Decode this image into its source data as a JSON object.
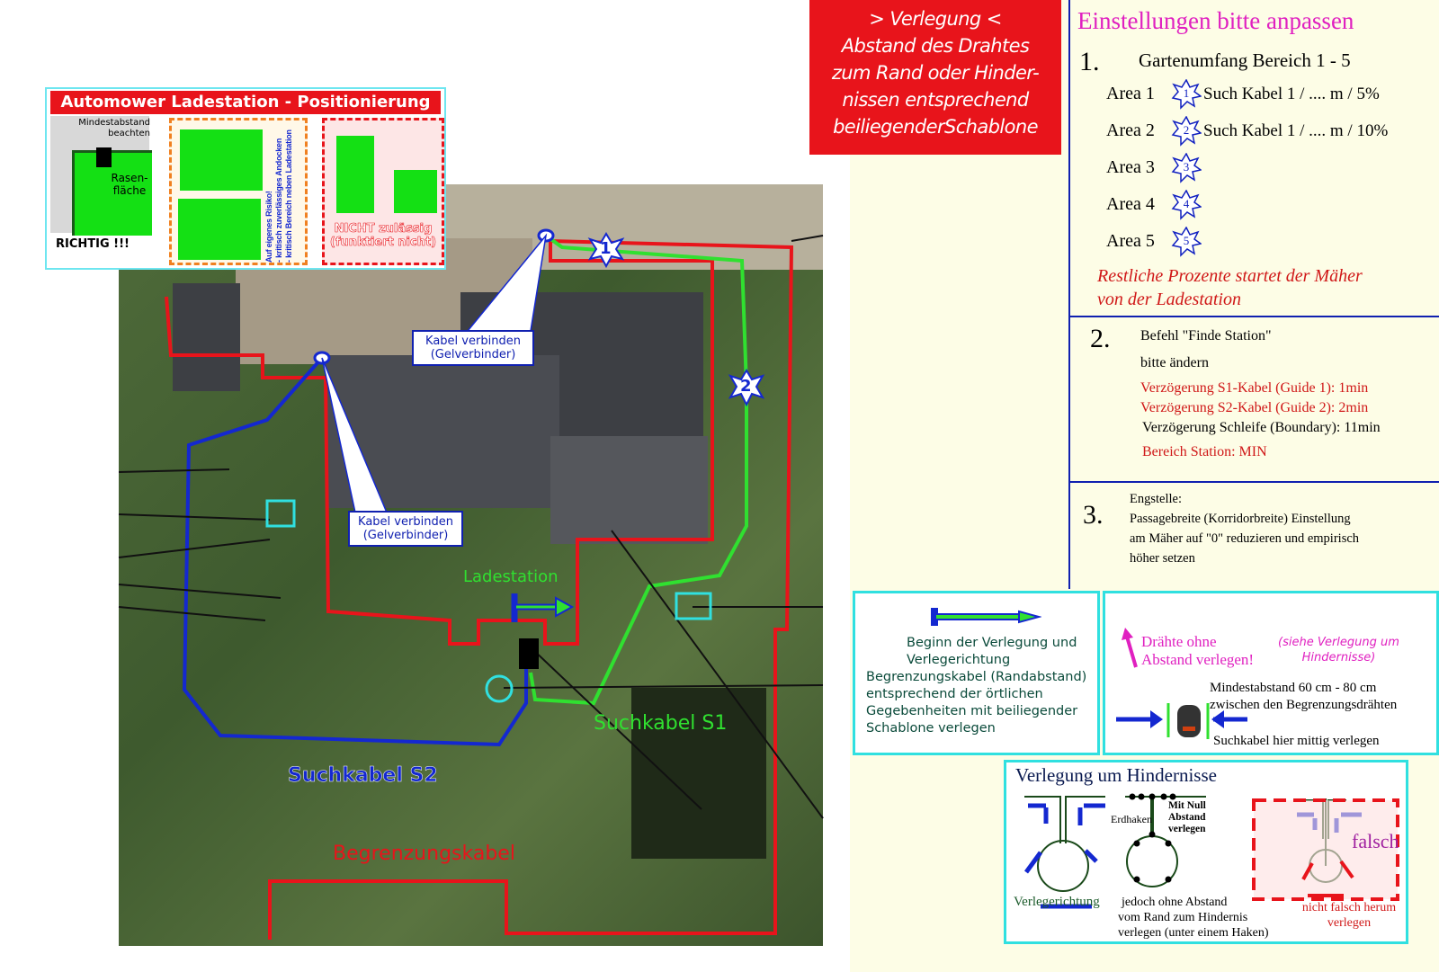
{
  "header_box": {
    "lines": [
      "> Verlegung <",
      "Abstand des Drahtes",
      "zum Rand oder Hinder-",
      "nissen entsprechend",
      "beiliegenderSchablone"
    ]
  },
  "inset": {
    "title": "Automower Ladestation - Positionierung",
    "mindest": "Mindestabstand beachten",
    "rasen": "Rasen- fläche",
    "richtig": "RICHTIG !!!",
    "risiko": [
      "Auf eigenes Risiko!",
      "- kritisch zuverlässiges Andocken",
      "- kritisch Bereich neben Ladestation"
    ],
    "nicht": "NICHT zulässig",
    "funkt": "(funktiert nicht)"
  },
  "map": {
    "connector_label_1": "Kabel verbinden (Gelverbinder)",
    "connector_label_2": "Kabel verbinden (Gelverbinder)",
    "ladestation": "Ladestation",
    "s1": "Suchkabel S1",
    "s2": "Suchkabel S2",
    "boundary": "Begrenzungskabel",
    "marker_1": "1",
    "marker_2": "2",
    "colors": {
      "boundary": "#e8141b",
      "s1": "#30e030",
      "s2": "#1428d0"
    }
  },
  "settings": {
    "title": "Einstellungen bitte anpassen",
    "s1_num": "1.",
    "s1_heading": "Gartenumfang Bereich 1 - 5",
    "areas": [
      {
        "label": "Area 1",
        "num": "1",
        "text": "Such Kabel 1 / .... m / 5%"
      },
      {
        "label": "Area 2",
        "num": "2",
        "text": "Such Kabel 1 / .... m / 10%"
      },
      {
        "label": "Area 3",
        "num": "3",
        "text": ""
      },
      {
        "label": "Area 4",
        "num": "4",
        "text": ""
      },
      {
        "label": "Area 5",
        "num": "5",
        "text": ""
      }
    ],
    "rest": [
      "Restliche Prozente  startet der Mäher",
      "von der Ladestation"
    ],
    "s2_num": "2.",
    "s2_lines": [
      "Befehl \"Finde Station\"",
      "bitte ändern"
    ],
    "s2_red1": "Verzögerung S1-Kabel (Guide 1): 1min",
    "s2_red2": "Verzögerung S2-Kabel (Guide 2): 2min",
    "s2_black": "Verzögerung Schleife (Boundary): 11min",
    "s2_red3": "Bereich Station: MIN",
    "s3_num": "3.",
    "s3_lines": [
      "Engstelle:",
      "Passagebreite (Korridorbreite) Einstellung",
      "am Mäher auf \"0\" reduzieren und empirisch",
      "höher setzen"
    ]
  },
  "legend_start": {
    "lines": [
      "Beginn der Verlegung und",
      "Verlegerichtung",
      "Begrenzungskabel (Randabstand)",
      "entsprechend der örtlichen",
      "Gegebenheiten mit beiliegender",
      "Schablone verlegen"
    ]
  },
  "legend_spacing": {
    "magenta": [
      "Drähte ohne",
      "Abstand verlegen!"
    ],
    "siehe": [
      "(siehe Verlegung um",
      "Hindernisse)"
    ],
    "mindest": [
      "Mindestabstand 60 cm - 80 cm",
      "zwischen den Begrenzungsdrähten"
    ],
    "such": "Suchkabel hier mittig verlegen"
  },
  "obstacles": {
    "title": "Verlegung um Hindernisse",
    "erdhaken": "Erdhaken",
    "mitnull": [
      "Mit Null",
      "Abstand",
      "verlegen"
    ],
    "falsch": "falsch",
    "verlegerichtung": "Verlegerichtung",
    "ohne": [
      "jedoch ohne Abstand",
      "vom Rand zum Hindernis",
      "verlegen (unter einem Haken)"
    ],
    "nicht_falsch": [
      "nicht falsch herum",
      "verlegen"
    ]
  }
}
